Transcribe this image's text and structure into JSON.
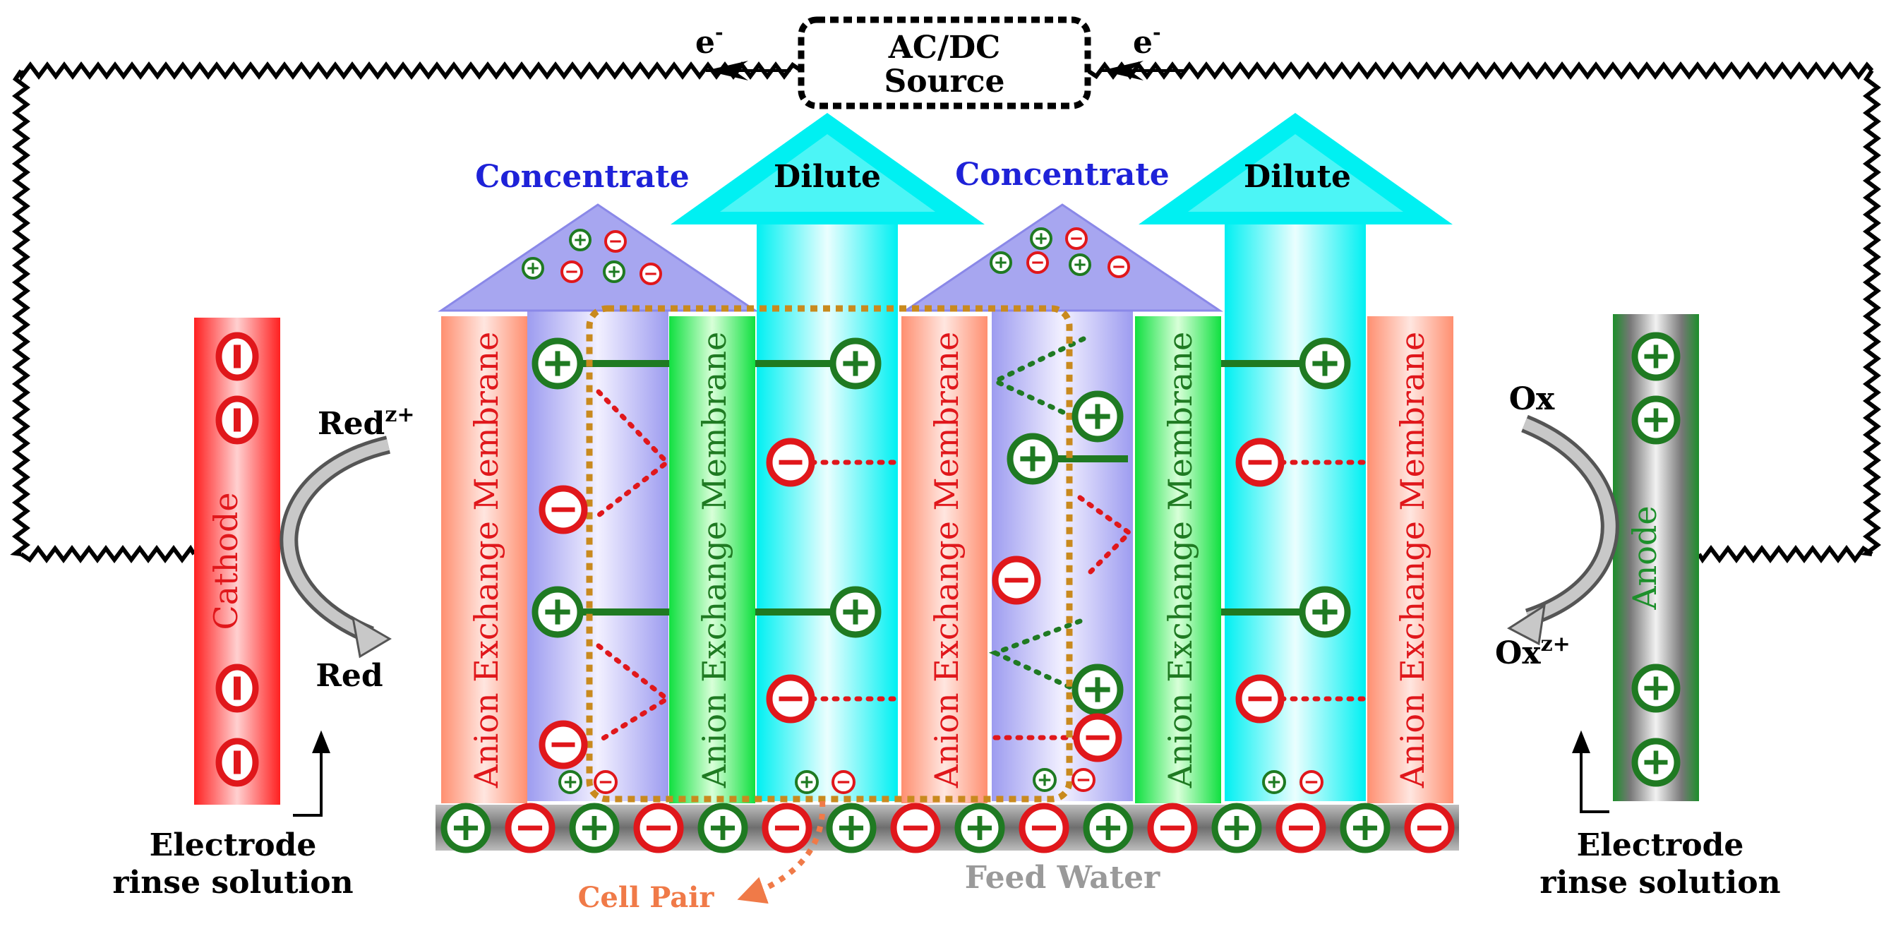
{
  "source": {
    "line1": "AC/DC",
    "line2": "Source"
  },
  "electron_symbol": "e",
  "electron_sup": "-",
  "stream_labels": [
    "Concentrate",
    "Dilute",
    "Concentrate",
    "Dilute"
  ],
  "membrane_label": "Anion Exchange Membrane",
  "cathode_label": "Cathode",
  "anode_label": "Anode",
  "reaction_left": {
    "from": "Red",
    "from_sup": "z+",
    "to": "Red"
  },
  "reaction_right": {
    "from": "Ox",
    "to": "Ox",
    "to_sup": "z+"
  },
  "rinse_left": {
    "line1": "Electrode",
    "line2": "rinse solution"
  },
  "rinse_right": {
    "line1": "Electrode",
    "line2": "rinse solution"
  },
  "feed_label": "Feed Water",
  "cell_pair_label": "Cell Pair",
  "colors": {
    "cation": "#1f7a22",
    "anion": "#e0171b",
    "concentrate_text": "#1e22d8",
    "dilute_arrow": "#00f0f2",
    "concentrate_arrow": "#a7a6f0",
    "cathode": "#ff1a1a",
    "anode": "#1c8f2a",
    "cell_pair": "#c98a1e",
    "cell_pair_text": "#f07a48",
    "feed_text": "#9a9a9a"
  }
}
